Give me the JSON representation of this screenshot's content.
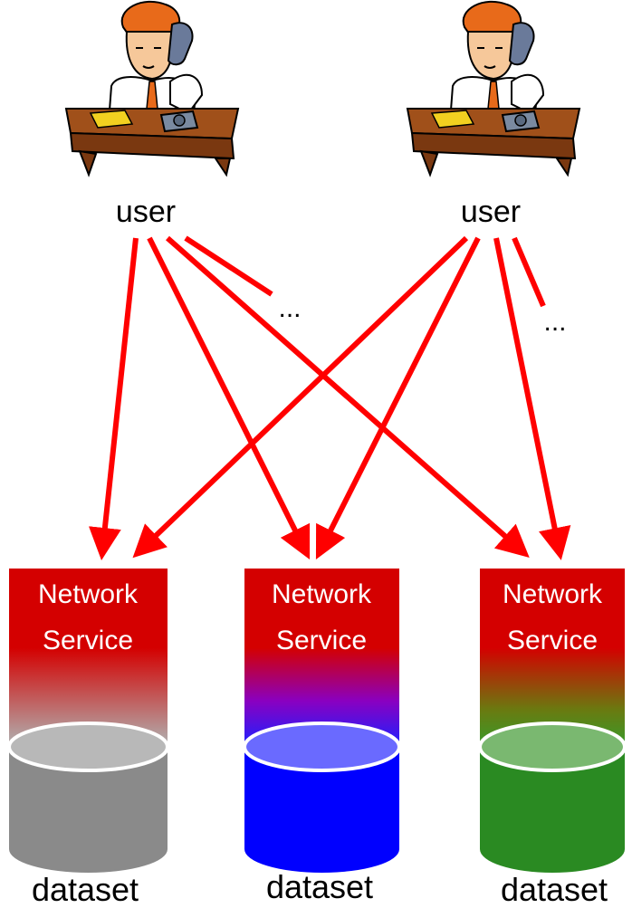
{
  "users": [
    {
      "label": "user",
      "more": "..."
    },
    {
      "label": "user",
      "more": "..."
    }
  ],
  "services": [
    {
      "service_line1": "Network",
      "service_line2": "Service",
      "dataset_label": "dataset",
      "color": "#8a8a8a"
    },
    {
      "service_line1": "Network",
      "service_line2": "Service",
      "dataset_label": "dataset",
      "color": "#0000ff"
    },
    {
      "service_line1": "Network",
      "service_line2": "Service",
      "dataset_label": "dataset",
      "color": "#2a8a22"
    }
  ],
  "colors": {
    "arrow": "#ff0000",
    "service_header": "#d40000",
    "service_text": "#ffffff"
  }
}
